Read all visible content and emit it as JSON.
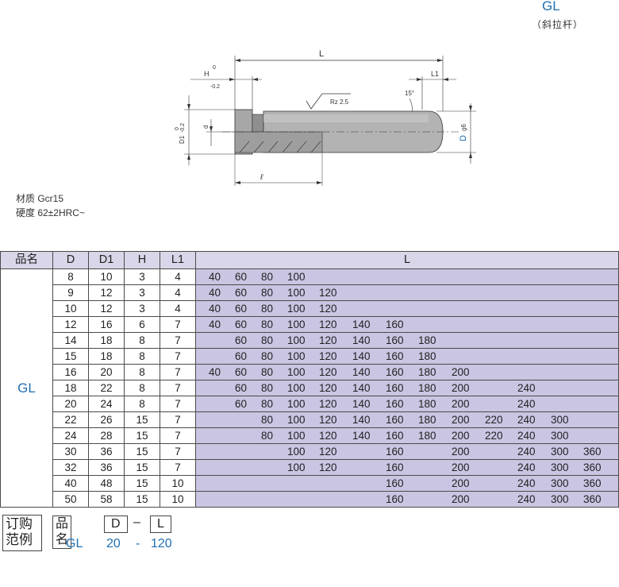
{
  "header": {
    "code": "GL",
    "subtitle": "（斜拉杆）"
  },
  "drawing": {
    "labels": {
      "L": "L",
      "H": "H",
      "H_upper": "0",
      "H_lower": "-0.2",
      "L1": "L1",
      "angle": "15°",
      "rz": "Rz 2.5",
      "D1": "D1",
      "D1_upper": "0",
      "D1_lower": "-0.2",
      "d": "d",
      "D": "D",
      "D_tol": "g6",
      "ell": "ℓ"
    }
  },
  "material": {
    "line1": "材质 Gcr15",
    "line2": "硬度 62±2HRC~"
  },
  "table": {
    "headers": [
      "品名",
      "D",
      "D1",
      "H",
      "L1",
      "L"
    ],
    "name": "GL",
    "l_columns": [
      40,
      60,
      80,
      100,
      120,
      140,
      160,
      180,
      200,
      220,
      240,
      300,
      360
    ],
    "rows": [
      {
        "D": "8",
        "D1": "10",
        "H": "3",
        "L1": "4",
        "L": [
          "40",
          "60",
          "80",
          "100",
          "",
          "",
          "",
          "",
          "",
          "",
          "",
          "",
          ""
        ]
      },
      {
        "D": "9",
        "D1": "12",
        "H": "3",
        "L1": "4",
        "L": [
          "40",
          "60",
          "80",
          "100",
          "120",
          "",
          "",
          "",
          "",
          "",
          "",
          "",
          ""
        ]
      },
      {
        "D": "10",
        "D1": "12",
        "H": "3",
        "L1": "4",
        "L": [
          "40",
          "60",
          "80",
          "100",
          "120",
          "",
          "",
          "",
          "",
          "",
          "",
          "",
          ""
        ]
      },
      {
        "D": "12",
        "D1": "16",
        "H": "6",
        "L1": "7",
        "L": [
          "40",
          "60",
          "80",
          "100",
          "120",
          "140",
          "160",
          "",
          "",
          "",
          "",
          "",
          ""
        ]
      },
      {
        "D": "14",
        "D1": "18",
        "H": "8",
        "L1": "7",
        "L": [
          "",
          "60",
          "80",
          "100",
          "120",
          "140",
          "160",
          "180",
          "",
          "",
          "",
          "",
          ""
        ]
      },
      {
        "D": "15",
        "D1": "18",
        "H": "8",
        "L1": "7",
        "L": [
          "",
          "60",
          "80",
          "100",
          "120",
          "140",
          "160",
          "180",
          "",
          "",
          "",
          "",
          ""
        ]
      },
      {
        "D": "16",
        "D1": "20",
        "H": "8",
        "L1": "7",
        "L": [
          "40",
          "60",
          "80",
          "100",
          "120",
          "140",
          "160",
          "180",
          "200",
          "",
          "",
          "",
          ""
        ]
      },
      {
        "D": "18",
        "D1": "22",
        "H": "8",
        "L1": "7",
        "L": [
          "",
          "60",
          "80",
          "100",
          "120",
          "140",
          "160",
          "180",
          "200",
          "",
          "240",
          "",
          ""
        ]
      },
      {
        "D": "20",
        "D1": "24",
        "H": "8",
        "L1": "7",
        "L": [
          "",
          "60",
          "80",
          "100",
          "120",
          "140",
          "160",
          "180",
          "200",
          "",
          "240",
          "",
          ""
        ]
      },
      {
        "D": "22",
        "D1": "26",
        "H": "15",
        "L1": "7",
        "L": [
          "",
          "",
          "80",
          "100",
          "120",
          "140",
          "160",
          "180",
          "200",
          "220",
          "240",
          "300",
          ""
        ]
      },
      {
        "D": "24",
        "D1": "28",
        "H": "15",
        "L1": "7",
        "L": [
          "",
          "",
          "80",
          "100",
          "120",
          "140",
          "160",
          "180",
          "200",
          "220",
          "240",
          "300",
          ""
        ]
      },
      {
        "D": "30",
        "D1": "36",
        "H": "15",
        "L1": "7",
        "L": [
          "",
          "",
          "",
          "100",
          "120",
          "",
          "160",
          "",
          "200",
          "",
          "240",
          "300",
          "360"
        ]
      },
      {
        "D": "32",
        "D1": "36",
        "H": "15",
        "L1": "7",
        "L": [
          "",
          "",
          "",
          "100",
          "120",
          "",
          "160",
          "",
          "200",
          "",
          "240",
          "300",
          "360"
        ]
      },
      {
        "D": "40",
        "D1": "48",
        "H": "15",
        "L1": "10",
        "L": [
          "",
          "",
          "",
          "",
          "",
          "",
          "160",
          "",
          "200",
          "",
          "240",
          "300",
          "360"
        ]
      },
      {
        "D": "50",
        "D1": "58",
        "H": "15",
        "L1": "10",
        "L": [
          "",
          "",
          "",
          "",
          "",
          "",
          "160",
          "",
          "200",
          "",
          "240",
          "300",
          "360"
        ]
      }
    ]
  },
  "order": {
    "label_top": "订购",
    "label_bottom": "范例",
    "fields": [
      "品名",
      "D",
      "L"
    ],
    "dash": "–",
    "example": {
      "name": "GL",
      "d": "20",
      "sep": "-",
      "l": "120"
    }
  }
}
